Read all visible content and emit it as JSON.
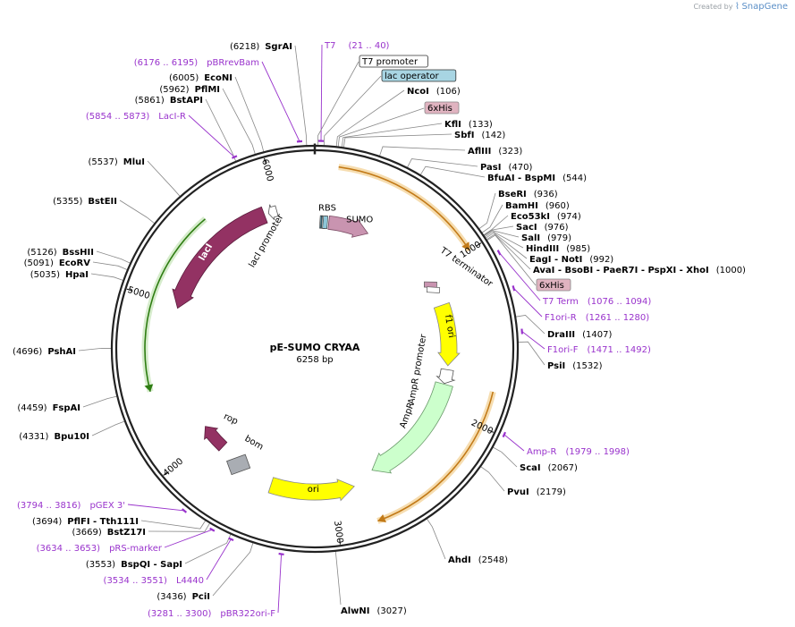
{
  "credit": {
    "created_by": "Created by",
    "brand": "SnapGene"
  },
  "plasmid": {
    "name": "pE-SUMO CRYAA",
    "size": "6258 bp"
  },
  "ticks": [
    {
      "label": "1000",
      "pos": 1000
    },
    {
      "label": "2000",
      "pos": 2000
    },
    {
      "label": "3000",
      "pos": 3000
    },
    {
      "label": "4000",
      "pos": 4000
    },
    {
      "label": "5000",
      "pos": 5000
    },
    {
      "label": "6000",
      "pos": 6000
    }
  ],
  "sites": [
    {
      "num": "(6218)",
      "name": "SgrAI",
      "pos": 6218,
      "side": "L"
    },
    {
      "num": "(6005)",
      "name": "EcoNI",
      "pos": 6005,
      "side": "L"
    },
    {
      "num": "(5962)",
      "name": "PflMI",
      "pos": 5962,
      "side": "L"
    },
    {
      "num": "(5861)",
      "name": "BstAPI",
      "pos": 5861,
      "side": "L"
    },
    {
      "num": "(5537)",
      "name": "MluI",
      "pos": 5537,
      "side": "L"
    },
    {
      "num": "(5355)",
      "name": "BstEII",
      "pos": 5355,
      "side": "L"
    },
    {
      "num": "(5126)",
      "name": "BssHII",
      "pos": 5126,
      "side": "L"
    },
    {
      "num": "(5091)",
      "name": "EcoRV",
      "pos": 5091,
      "side": "L"
    },
    {
      "num": "(5035)",
      "name": "HpaI",
      "pos": 5035,
      "side": "L"
    },
    {
      "num": "(4696)",
      "name": "PshAI",
      "pos": 4696,
      "side": "L"
    },
    {
      "num": "(4459)",
      "name": "FspAI",
      "pos": 4459,
      "side": "L"
    },
    {
      "num": "(4331)",
      "name": "Bpu10I",
      "pos": 4331,
      "side": "L"
    },
    {
      "num": "(3694)",
      "name": "PflFI  -  Tth111I",
      "pos": 3694,
      "side": "L"
    },
    {
      "num": "(3669)",
      "name": "BstZ17I",
      "pos": 3669,
      "side": "L"
    },
    {
      "num": "(3553)",
      "name": "BspQI  -  SapI",
      "pos": 3553,
      "side": "L"
    },
    {
      "num": "(3436)",
      "name": "PciI",
      "pos": 3436,
      "side": "L"
    },
    {
      "num": "(3027)",
      "name": "AlwNI",
      "pos": 3027,
      "side": "L"
    },
    {
      "num": "(106)",
      "name": "NcoI",
      "pos": 106,
      "side": "R"
    },
    {
      "num": "(133)",
      "name": "KflI",
      "pos": 133,
      "side": "R"
    },
    {
      "num": "(142)",
      "name": "SbfI",
      "pos": 142,
      "side": "R"
    },
    {
      "num": "(323)",
      "name": "AflIII",
      "pos": 323,
      "side": "R"
    },
    {
      "num": "(470)",
      "name": "PasI",
      "pos": 470,
      "side": "R"
    },
    {
      "num": "(544)",
      "name": "BfuAI  -  BspMI",
      "pos": 544,
      "side": "R"
    },
    {
      "num": "(936)",
      "name": "BseRI",
      "pos": 936,
      "side": "R"
    },
    {
      "num": "(960)",
      "name": "BamHI",
      "pos": 960,
      "side": "R"
    },
    {
      "num": "(974)",
      "name": "Eco53kI",
      "pos": 974,
      "side": "R"
    },
    {
      "num": "(976)",
      "name": "SacI",
      "pos": 976,
      "side": "R"
    },
    {
      "num": "(979)",
      "name": "SalI",
      "pos": 979,
      "side": "R"
    },
    {
      "num": "(985)",
      "name": "HindIII",
      "pos": 985,
      "side": "R"
    },
    {
      "num": "(992)",
      "name": "EagI  -  NotI",
      "pos": 992,
      "side": "R"
    },
    {
      "num": "(1000)",
      "name": "AvaI  -  BsoBI  -  PaeR7I  -  PspXI  -  XhoI",
      "pos": 1000,
      "side": "R"
    },
    {
      "num": "(1407)",
      "name": "DraIII",
      "pos": 1407,
      "side": "R"
    },
    {
      "num": "(1532)",
      "name": "PsiI",
      "pos": 1532,
      "side": "R"
    },
    {
      "num": "(2067)",
      "name": "ScaI",
      "pos": 2067,
      "side": "R"
    },
    {
      "num": "(2179)",
      "name": "PvuI",
      "pos": 2179,
      "side": "R"
    },
    {
      "num": "(2548)",
      "name": "AhdI",
      "pos": 2548,
      "side": "R"
    }
  ],
  "primers": [
    {
      "name": "T7",
      "range": "(21 .. 40)",
      "pos": 30,
      "side": "R"
    },
    {
      "name": "pBRrevBam",
      "range": "(6176 .. 6195)",
      "pos": 6185,
      "side": "L"
    },
    {
      "name": "LacI-R",
      "range": "(5854 .. 5873)",
      "pos": 5863,
      "side": "L"
    },
    {
      "name": "T7 Term",
      "range": "(1076 .. 1094)",
      "pos": 1085,
      "side": "R"
    },
    {
      "name": "F1ori-R",
      "range": "(1261 .. 1280)",
      "pos": 1270,
      "side": "R"
    },
    {
      "name": "F1ori-F",
      "range": "(1471 .. 1492)",
      "pos": 1481,
      "side": "R"
    },
    {
      "name": "Amp-R",
      "range": "(1979 .. 1998)",
      "pos": 1988,
      "side": "R"
    },
    {
      "name": "pGEX 3'",
      "range": "(3794 .. 3816)",
      "pos": 3805,
      "side": "L"
    },
    {
      "name": "pRS-marker",
      "range": "(3634 .. 3653)",
      "pos": 3643,
      "side": "L"
    },
    {
      "name": "L4440",
      "range": "(3534 .. 3551)",
      "pos": 3542,
      "side": "L"
    },
    {
      "name": "pBR322ori-F",
      "range": "(3281 .. 3300)",
      "pos": 3290,
      "side": "L"
    }
  ],
  "boxed_labels": [
    {
      "name": "T7 promoter",
      "pos": 15
    },
    {
      "name": "lac operator",
      "pos": 45
    },
    {
      "name": "6xHis",
      "pos": 115
    },
    {
      "name": "6xHis",
      "pos": 1005
    }
  ],
  "features": [
    {
      "name": "RBS",
      "start": 60,
      "end": 80
    },
    {
      "name": "SUMO",
      "start": 110,
      "end": 430
    },
    {
      "name": "T7 terminator",
      "start": 1055,
      "end": 1100
    },
    {
      "name": "f1 ori",
      "start": 1235,
      "end": 1690
    },
    {
      "name": "AmpR promoter",
      "start": 1720,
      "end": 1825
    },
    {
      "name": "AmpR",
      "start": 1830,
      "end": 2690
    },
    {
      "name": "ori",
      "start": 2850,
      "end": 3440
    },
    {
      "name": "bom",
      "start": 3640,
      "end": 3780
    },
    {
      "name": "rop",
      "start": 3880,
      "end": 4080
    },
    {
      "name": "lacI",
      "start": 4980,
      "end": 5900
    },
    {
      "name": "lacI promoter",
      "start": 5930,
      "end": 5990
    }
  ],
  "colors": {
    "backbone": "#222222",
    "sumo": "#c994b0",
    "lacI": "#933263",
    "f1ori": "#ffff00",
    "ori": "#ffff00",
    "ampR": "#ccffcc",
    "bom": "#a9adb3",
    "rop": "#933263",
    "primer": "#9933cc",
    "orf_green": "#2e7d12",
    "orf_orange": "#c27a18",
    "lac_operator": "#a8d5e3",
    "his_tag": "#e0b3c0"
  }
}
